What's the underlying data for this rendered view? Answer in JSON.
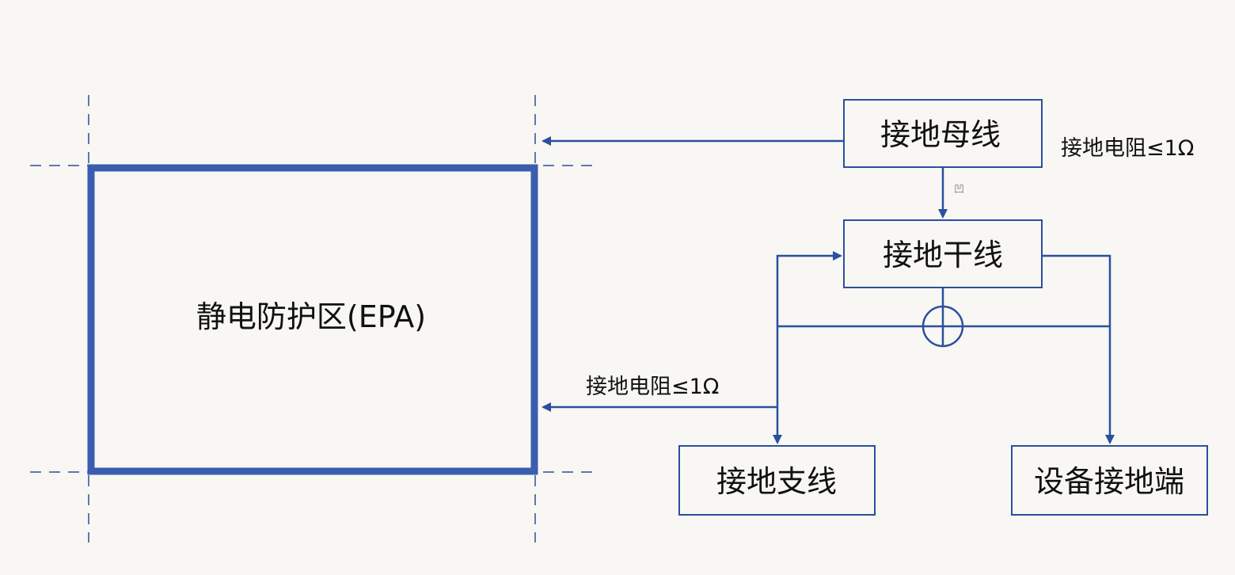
{
  "diagram": {
    "epa_label": "静电防护区(EPA)",
    "main_bus_label": "接地母线",
    "trunk_label": "接地干线",
    "branch_label": "接地支线",
    "equipment_label": "设备接地端",
    "resistance_top": "接地电阻≤1Ω",
    "resistance_mid": "接地电阻≤1Ω",
    "small_mark": "凹"
  },
  "colors": {
    "line": "#2b4f9e",
    "box_border": "#3a5db0",
    "text": "#111111",
    "background": "#f8f7f3"
  }
}
